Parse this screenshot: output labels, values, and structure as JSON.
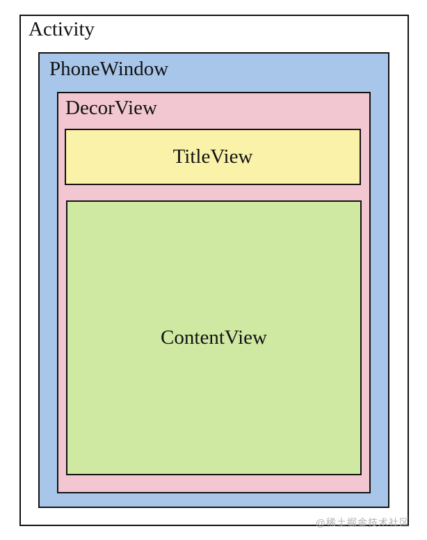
{
  "diagram": {
    "description_of_structure": "nested-boxes",
    "root": {
      "label": "Activity",
      "bg": "#ffffff",
      "child": {
        "label": "PhoneWindow",
        "bg": "#a8c6ea",
        "child": {
          "label": "DecorView",
          "bg": "#f2c7d1",
          "children": [
            {
              "label": "TitleView",
              "bg": "#f9f2a8"
            },
            {
              "label": "ContentView",
              "bg": "#cfe9a2"
            }
          ]
        }
      }
    },
    "border_color": "#111111",
    "label_color": "#111111"
  },
  "watermark": {
    "text": "@稀土掘金技术社区",
    "color": "#b3b3b3"
  }
}
